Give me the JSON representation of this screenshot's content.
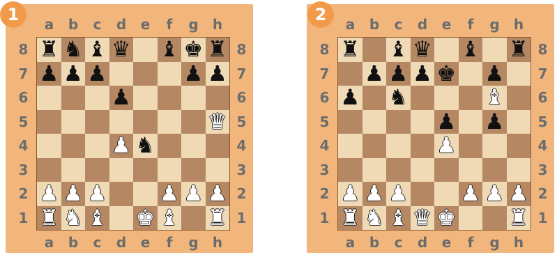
{
  "files": [
    "a",
    "b",
    "c",
    "d",
    "e",
    "f",
    "g",
    "h"
  ],
  "ranks": [
    "8",
    "7",
    "6",
    "5",
    "4",
    "3",
    "2",
    "1"
  ],
  "colors": {
    "frame": "#f2b67c",
    "badge": "#f19b4a",
    "light_square": "#f0d9b5",
    "dark_square": "#b58863",
    "coord_text": "#6b6c6c"
  },
  "boards": [
    {
      "number": "1",
      "pieces": [
        {
          "square": "a8",
          "piece": "rook",
          "color": "black",
          "glyph": "♜"
        },
        {
          "square": "b8",
          "piece": "knight",
          "color": "black",
          "glyph": "♞"
        },
        {
          "square": "c8",
          "piece": "bishop",
          "color": "black",
          "glyph": "♝"
        },
        {
          "square": "d8",
          "piece": "queen",
          "color": "black",
          "glyph": "♛"
        },
        {
          "square": "f8",
          "piece": "bishop",
          "color": "black",
          "glyph": "♝"
        },
        {
          "square": "g8",
          "piece": "king",
          "color": "black",
          "glyph": "♚"
        },
        {
          "square": "h8",
          "piece": "rook",
          "color": "black",
          "glyph": "♜"
        },
        {
          "square": "a7",
          "piece": "pawn",
          "color": "black",
          "glyph": "♟"
        },
        {
          "square": "b7",
          "piece": "pawn",
          "color": "black",
          "glyph": "♟"
        },
        {
          "square": "c7",
          "piece": "pawn",
          "color": "black",
          "glyph": "♟"
        },
        {
          "square": "g7",
          "piece": "pawn",
          "color": "black",
          "glyph": "♟"
        },
        {
          "square": "h7",
          "piece": "pawn",
          "color": "black",
          "glyph": "♟"
        },
        {
          "square": "d6",
          "piece": "pawn",
          "color": "black",
          "glyph": "♟"
        },
        {
          "square": "h5",
          "piece": "queen",
          "color": "white",
          "glyph": "♛"
        },
        {
          "square": "d4",
          "piece": "pawn",
          "color": "white",
          "glyph": "♟"
        },
        {
          "square": "e4",
          "piece": "knight",
          "color": "black",
          "glyph": "♞"
        },
        {
          "square": "a2",
          "piece": "pawn",
          "color": "white",
          "glyph": "♟"
        },
        {
          "square": "b2",
          "piece": "pawn",
          "color": "white",
          "glyph": "♟"
        },
        {
          "square": "c2",
          "piece": "pawn",
          "color": "white",
          "glyph": "♟"
        },
        {
          "square": "f2",
          "piece": "pawn",
          "color": "white",
          "glyph": "♟"
        },
        {
          "square": "g2",
          "piece": "pawn",
          "color": "white",
          "glyph": "♟"
        },
        {
          "square": "h2",
          "piece": "pawn",
          "color": "white",
          "glyph": "♟"
        },
        {
          "square": "a1",
          "piece": "rook",
          "color": "white",
          "glyph": "♜"
        },
        {
          "square": "b1",
          "piece": "knight",
          "color": "white",
          "glyph": "♞"
        },
        {
          "square": "c1",
          "piece": "bishop",
          "color": "white",
          "glyph": "♝"
        },
        {
          "square": "e1",
          "piece": "king",
          "color": "white",
          "glyph": "♚"
        },
        {
          "square": "f1",
          "piece": "bishop",
          "color": "white",
          "glyph": "♝"
        },
        {
          "square": "h1",
          "piece": "rook",
          "color": "white",
          "glyph": "♜"
        }
      ]
    },
    {
      "number": "2",
      "pieces": [
        {
          "square": "a8",
          "piece": "rook",
          "color": "black",
          "glyph": "♜"
        },
        {
          "square": "c8",
          "piece": "bishop",
          "color": "black",
          "glyph": "♝"
        },
        {
          "square": "d8",
          "piece": "queen",
          "color": "black",
          "glyph": "♛"
        },
        {
          "square": "f8",
          "piece": "bishop",
          "color": "black",
          "glyph": "♝"
        },
        {
          "square": "h8",
          "piece": "rook",
          "color": "black",
          "glyph": "♜"
        },
        {
          "square": "b7",
          "piece": "pawn",
          "color": "black",
          "glyph": "♟"
        },
        {
          "square": "c7",
          "piece": "pawn",
          "color": "black",
          "glyph": "♟"
        },
        {
          "square": "d7",
          "piece": "pawn",
          "color": "black",
          "glyph": "♟"
        },
        {
          "square": "e7",
          "piece": "king",
          "color": "black",
          "glyph": "♚"
        },
        {
          "square": "g7",
          "piece": "pawn",
          "color": "black",
          "glyph": "♟"
        },
        {
          "square": "a6",
          "piece": "pawn",
          "color": "black",
          "glyph": "♟"
        },
        {
          "square": "c6",
          "piece": "knight",
          "color": "black",
          "glyph": "♞"
        },
        {
          "square": "g6",
          "piece": "bishop",
          "color": "white",
          "glyph": "♝"
        },
        {
          "square": "e5",
          "piece": "pawn",
          "color": "black",
          "glyph": "♟"
        },
        {
          "square": "g5",
          "piece": "pawn",
          "color": "black",
          "glyph": "♟"
        },
        {
          "square": "e4",
          "piece": "pawn",
          "color": "white",
          "glyph": "♟"
        },
        {
          "square": "a2",
          "piece": "pawn",
          "color": "white",
          "glyph": "♟"
        },
        {
          "square": "b2",
          "piece": "pawn",
          "color": "white",
          "glyph": "♟"
        },
        {
          "square": "c2",
          "piece": "pawn",
          "color": "white",
          "glyph": "♟"
        },
        {
          "square": "f2",
          "piece": "pawn",
          "color": "white",
          "glyph": "♟"
        },
        {
          "square": "g2",
          "piece": "pawn",
          "color": "white",
          "glyph": "♟"
        },
        {
          "square": "h2",
          "piece": "pawn",
          "color": "white",
          "glyph": "♟"
        },
        {
          "square": "a1",
          "piece": "rook",
          "color": "white",
          "glyph": "♜"
        },
        {
          "square": "b1",
          "piece": "knight",
          "color": "white",
          "glyph": "♞"
        },
        {
          "square": "c1",
          "piece": "bishop",
          "color": "white",
          "glyph": "♝"
        },
        {
          "square": "d1",
          "piece": "queen",
          "color": "white",
          "glyph": "♛"
        },
        {
          "square": "e1",
          "piece": "king",
          "color": "white",
          "glyph": "♚"
        },
        {
          "square": "h1",
          "piece": "rook",
          "color": "white",
          "glyph": "♜"
        }
      ]
    }
  ]
}
